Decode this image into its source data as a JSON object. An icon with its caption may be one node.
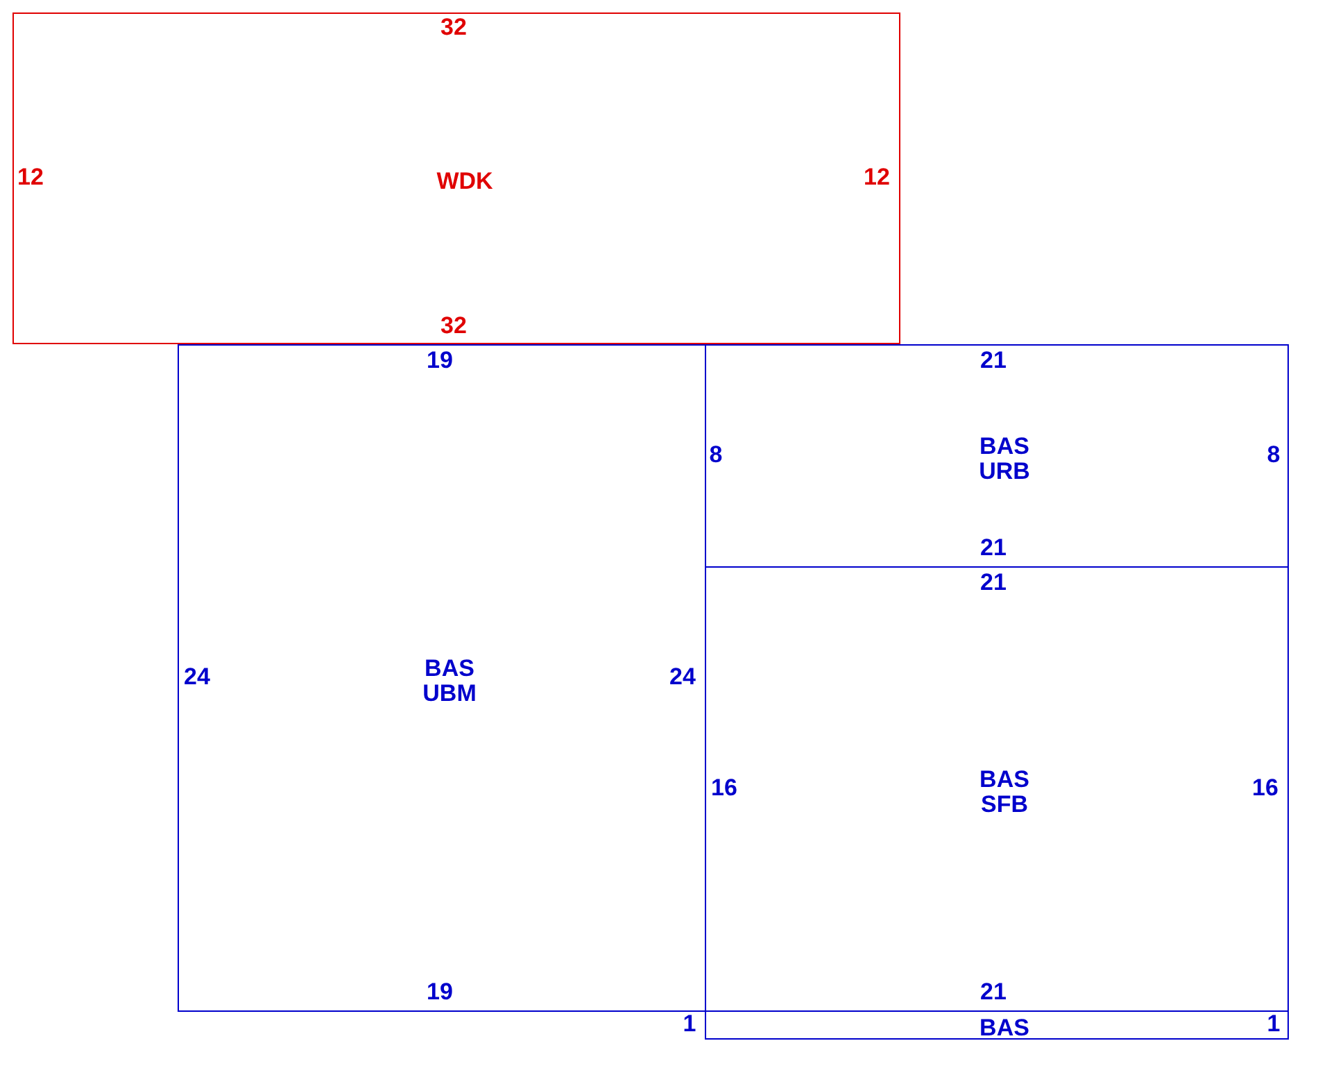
{
  "diagram": {
    "nodes": [
      {
        "text": [
          "WDK"
        ]
      },
      {
        "text": [
          "BAS UBM"
        ]
      },
      {
        "text": [
          "BAS URB"
        ]
      },
      {
        "text": [
          "BAS SFB"
        ]
      },
      {
        "text": [
          "BAS"
        ]
      }
    ],
    "labels": [
      "32",
      "12",
      "12",
      "32",
      "19",
      "21",
      "8",
      "8",
      "21",
      "21",
      "24",
      "24",
      "16",
      "16",
      "19",
      "21",
      "1",
      "1"
    ]
  }
}
